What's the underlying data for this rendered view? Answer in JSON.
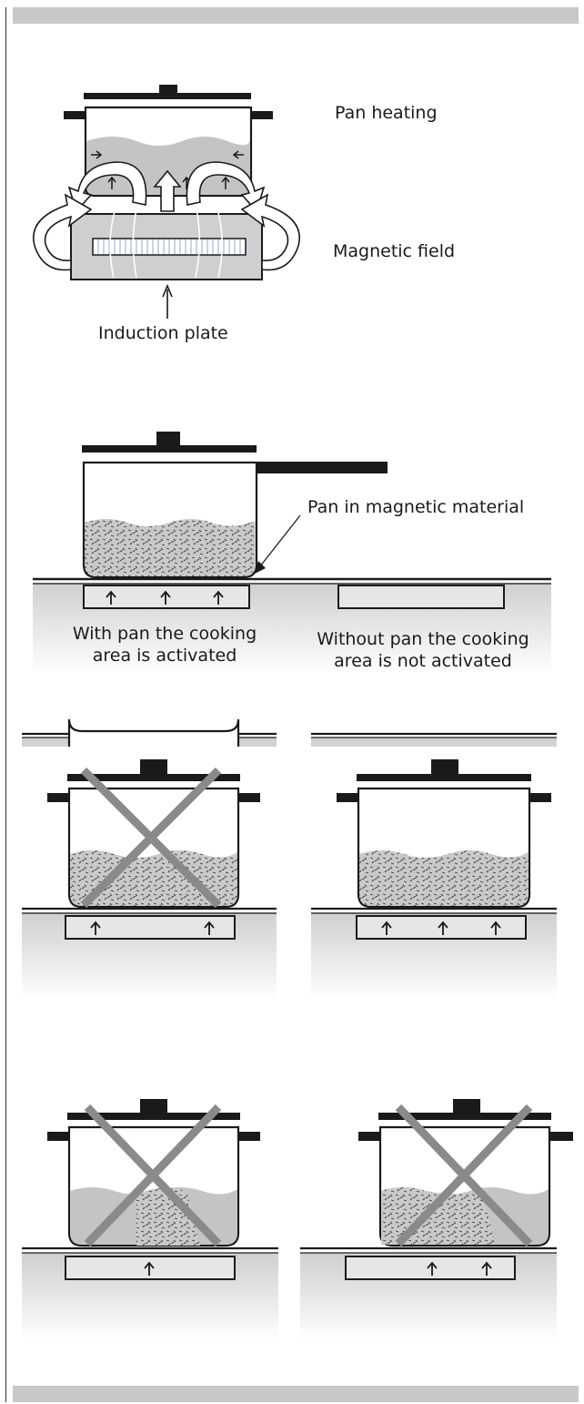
{
  "labels": {
    "pan_heating": "Pan heating",
    "magnetic_field": "Magnetic field",
    "induction_plate": "Induction plate",
    "pan_magnetic_material": "Pan in magnetic material",
    "with_pan_line1": "With pan the cooking",
    "with_pan_line2": "area is activated",
    "without_pan_line1": "Without pan the cooking",
    "without_pan_line2": "area is not activated"
  },
  "colors": {
    "ink": "#1a1a1a",
    "liquid": "#c4c4c4",
    "surface": "#dcdcdc",
    "cross": "#8a8a8a",
    "plate": "#e6e6e6"
  }
}
